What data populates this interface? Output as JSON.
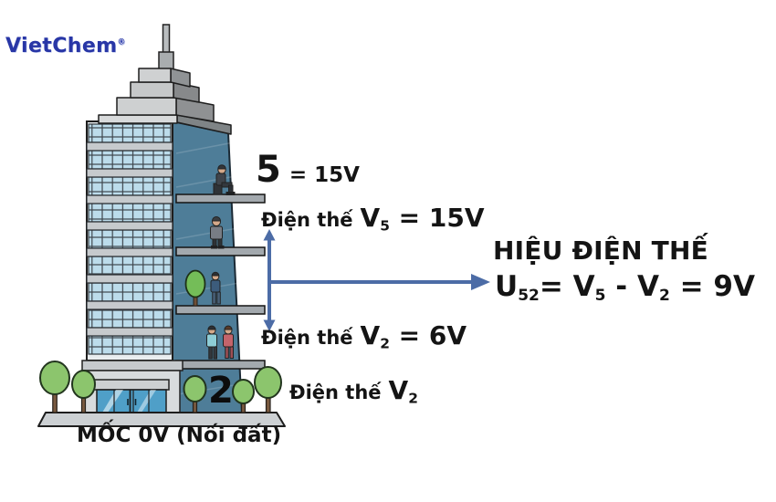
{
  "logo": {
    "name": "VietChem",
    "reg": "®"
  },
  "building": {
    "floor5_number": "5",
    "floor5_value": "= 15V",
    "floor2_number": "2",
    "ground_label": "MỐC 0V (Nối đất)"
  },
  "annotations": {
    "potential5": {
      "prefix": "Điện thế",
      "var": "V",
      "sub": "5",
      "value": " = 15V"
    },
    "potential2": {
      "prefix": "Điện thế",
      "var": "V",
      "sub": "2",
      "value": " = 6V"
    },
    "potential_ground": {
      "prefix": "Điện thế",
      "var": "V",
      "sub": "2"
    },
    "result_title": "HIỆU ĐIỆN THẾ",
    "formula": {
      "t1": "U",
      "s1": "52",
      "t2": "= V",
      "s2": "5",
      "t3": " - V",
      "s3": "2",
      "t4": " = 9V"
    }
  },
  "colors": {
    "arrow_blue": "#4c6ca6",
    "building_side": "#4e7d98",
    "logo_blue": "#2836a6"
  }
}
